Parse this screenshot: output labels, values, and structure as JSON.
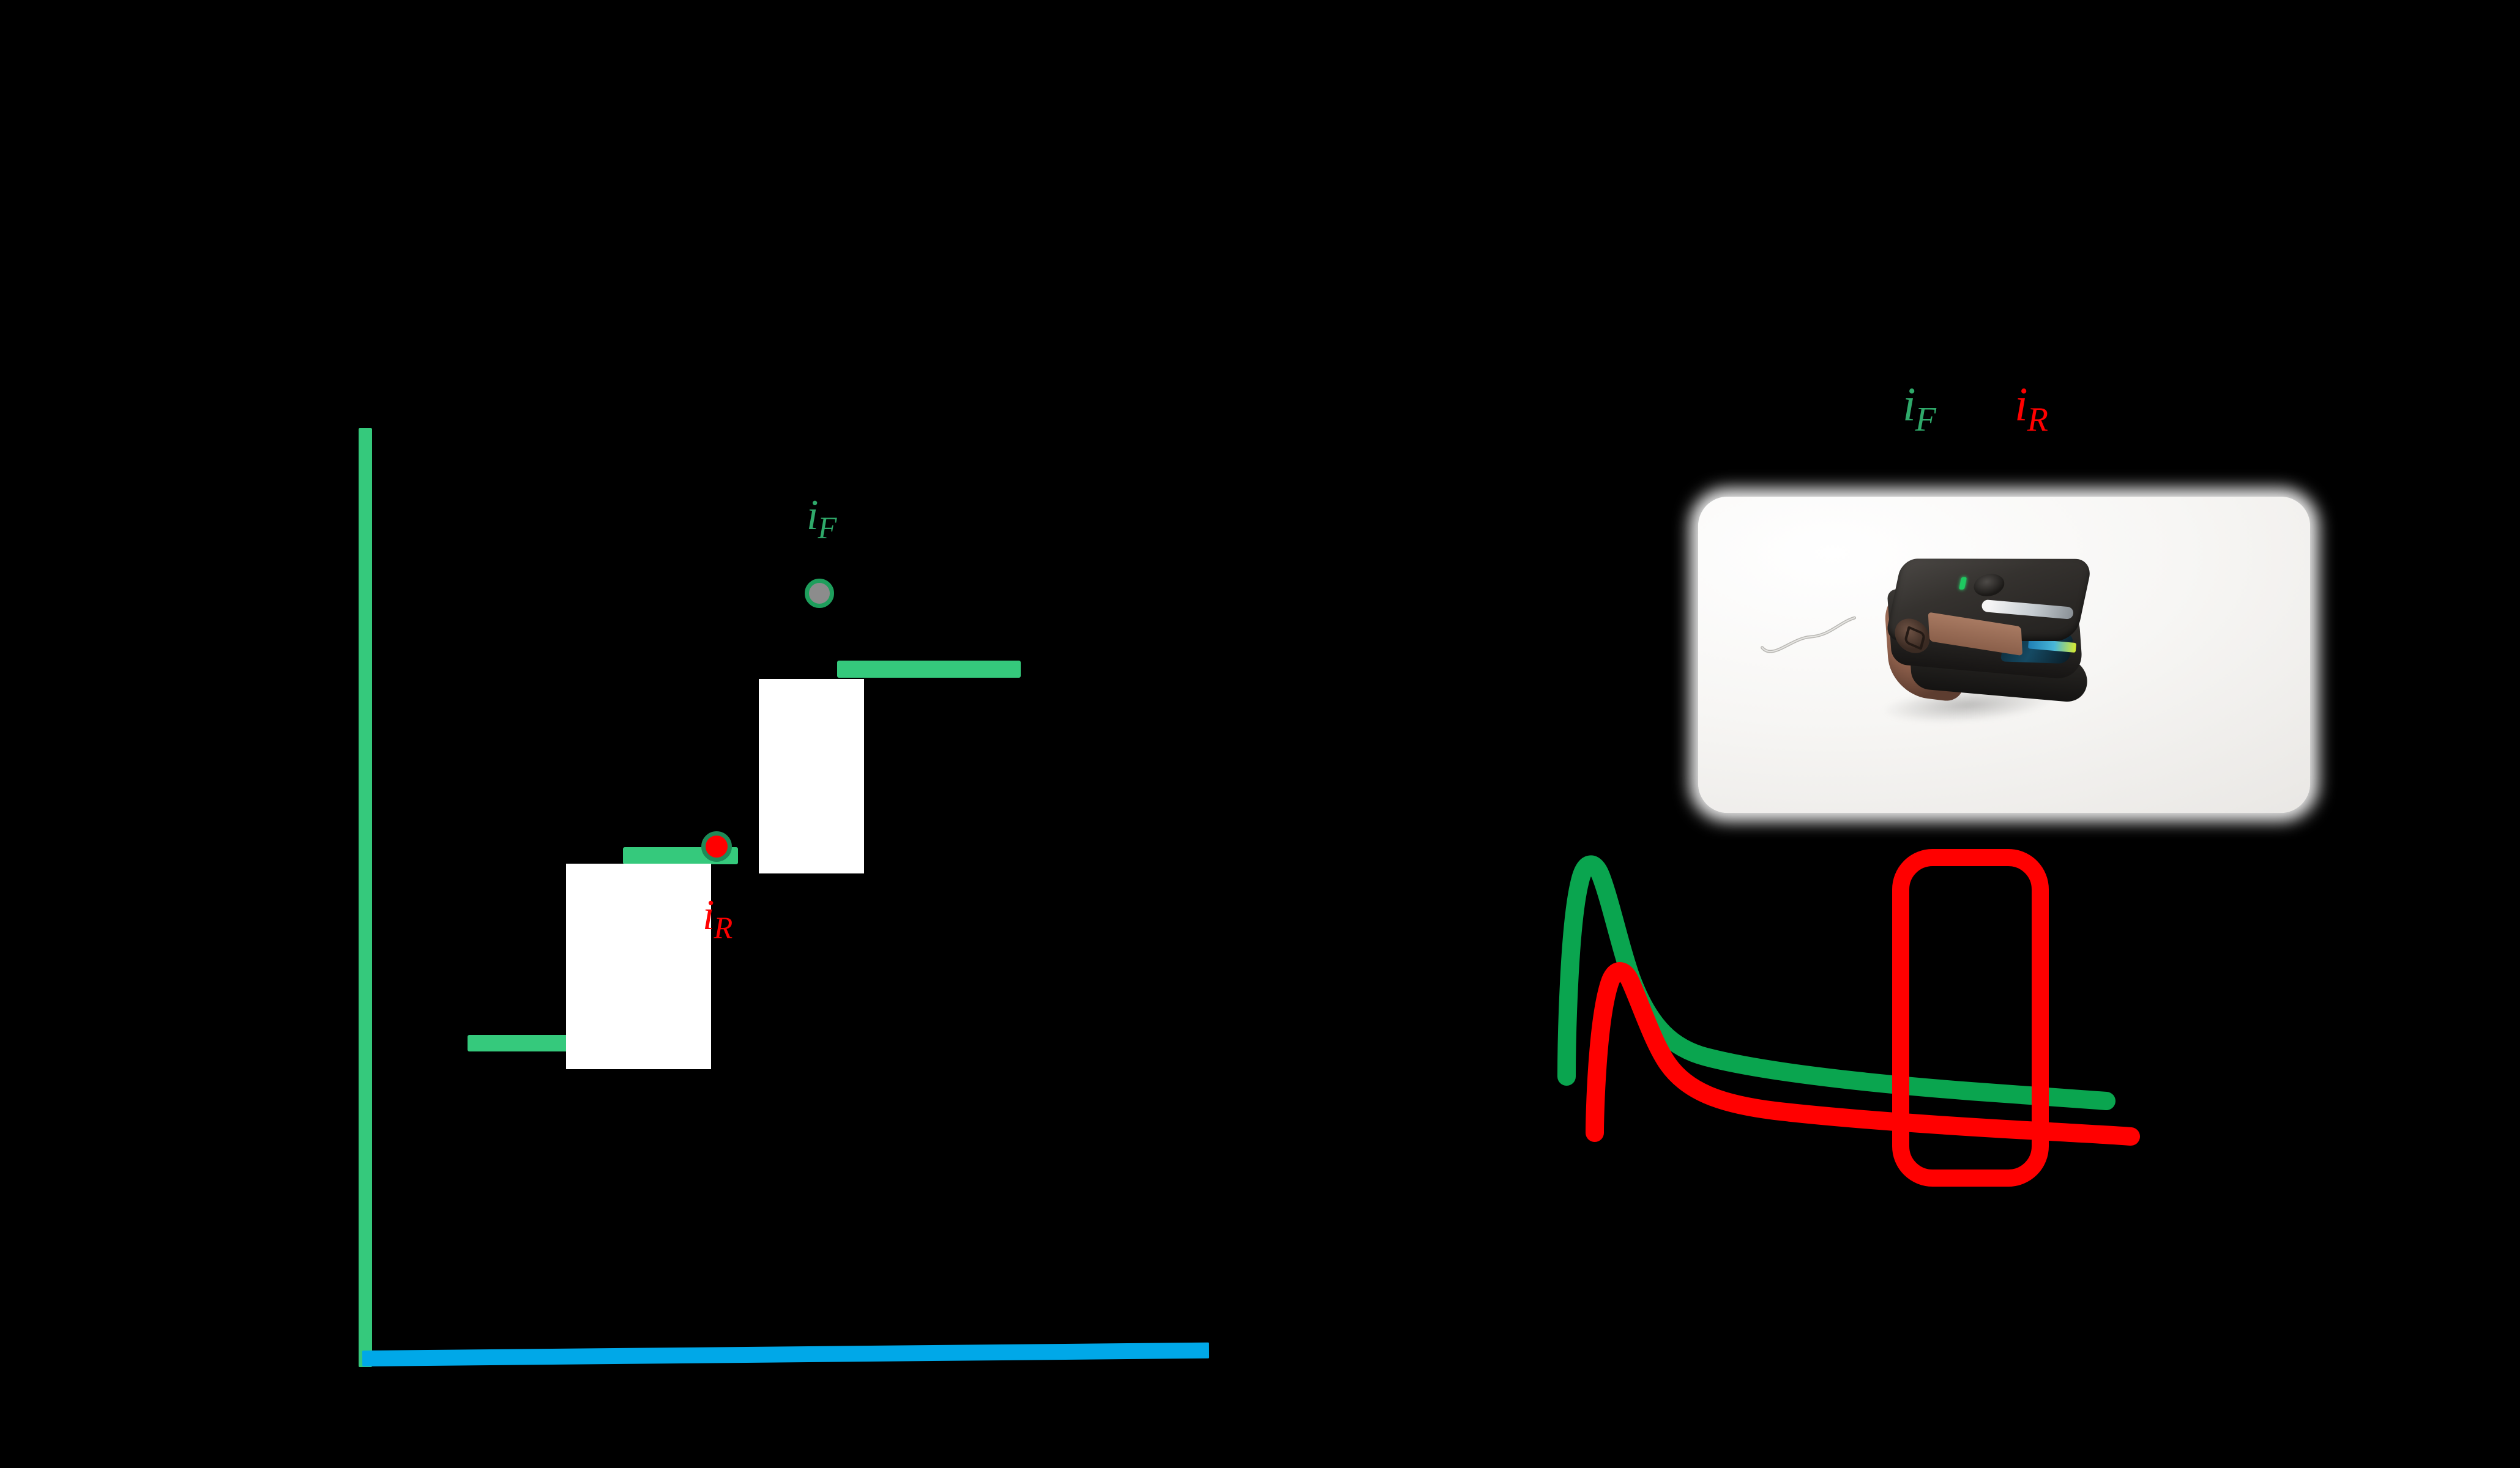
{
  "figure": {
    "background_color": "#000000",
    "panels": [
      "schematic-staircase",
      "device-photo-with-decay-curves"
    ]
  },
  "colors": {
    "forward_green": "#35c97c",
    "curve_green": "#0aa54f",
    "label_green": "#2fa96a",
    "reverse_red": "#ff0000",
    "axis_blue": "#00a8e8",
    "marker_forward_fill": "#8c8c8c",
    "marker_forward_ring": "#1e9e5c",
    "marker_reverse_fill": "#ff0000",
    "marker_reverse_ring": "#1e8a57",
    "occluder_white": "#ffffff",
    "card_white": "#f2f1ef"
  },
  "left_panel": {
    "name": "staircase-schematic",
    "y_axis": {
      "icon": "vertical-axis-line",
      "color": "#35c97c"
    },
    "x_axis": {
      "icon": "horizontal-axis-line",
      "color": "#00a8e8"
    },
    "steps": [
      {
        "id": "step-low",
        "label": ""
      },
      {
        "id": "step-mid",
        "label": ""
      },
      {
        "id": "step-high",
        "label": ""
      }
    ],
    "markers": [
      {
        "id": "marker-forward",
        "icon": "gray-filled-circle",
        "symbol_base": "i",
        "symbol_sub": "F",
        "color": "#2fa96a"
      },
      {
        "id": "marker-reverse",
        "icon": "red-filled-circle",
        "symbol_base": "i",
        "symbol_sub": "R",
        "color": "#ff0000"
      }
    ]
  },
  "right_panel": {
    "name": "device-and-decay-curves",
    "legend": [
      {
        "id": "legend-forward",
        "symbol_base": "i",
        "symbol_sub": "F",
        "color": "#2fa96a"
      },
      {
        "id": "legend-reverse",
        "symbol_base": "i",
        "symbol_sub": "R",
        "color": "#ff0000"
      }
    ],
    "photo": {
      "id": "device-photo",
      "alt": "fingertip pulse oximeter / strip reader device with cable on white background",
      "card_color": "#f2f1ef"
    },
    "highlight_box": {
      "id": "steady-state-highlight",
      "icon": "rounded-rectangle-outline",
      "color": "#ff0000"
    }
  },
  "chart_data": {
    "type": "line",
    "title": "",
    "xlabel": "",
    "ylabel": "",
    "grid": false,
    "legend_position": "top-right",
    "series": [
      {
        "name": "i_F",
        "color": "#0aa54f",
        "description": "forward-current transient: sharp rise to peak then Cottrell-like decay to plateau",
        "x": [
          0.0,
          0.02,
          0.04,
          0.07,
          0.12,
          0.2,
          0.32,
          0.48,
          0.66,
          0.82,
          1.0
        ],
        "y": [
          0.08,
          0.96,
          1.0,
          0.74,
          0.52,
          0.4,
          0.33,
          0.29,
          0.26,
          0.23,
          0.21
        ]
      },
      {
        "name": "i_R",
        "color": "#ff0000",
        "description": "reverse-current transient: lower peak, faster decay to a lower plateau",
        "x": [
          0.0,
          0.03,
          0.05,
          0.09,
          0.15,
          0.24,
          0.36,
          0.52,
          0.7,
          0.86,
          1.0
        ],
        "y": [
          -0.06,
          0.62,
          0.66,
          0.46,
          0.3,
          0.22,
          0.18,
          0.15,
          0.13,
          0.11,
          0.1
        ]
      }
    ],
    "annotations": [
      {
        "type": "rect-highlight",
        "label": "",
        "color": "#ff0000",
        "x_range": [
          0.55,
          0.72
        ],
        "y_range": [
          -0.22,
          0.48
        ]
      }
    ],
    "staircase": {
      "type": "step",
      "color": "#35c97c",
      "description": "applied potential staircase waveform, three levels ascending",
      "levels": [
        0.3,
        0.55,
        0.8
      ],
      "sample_points": [
        {
          "series": "i_F",
          "level_index": 2,
          "marker": "gray-circle"
        },
        {
          "series": "i_R",
          "level_index": 1,
          "marker": "red-circle"
        }
      ]
    }
  }
}
